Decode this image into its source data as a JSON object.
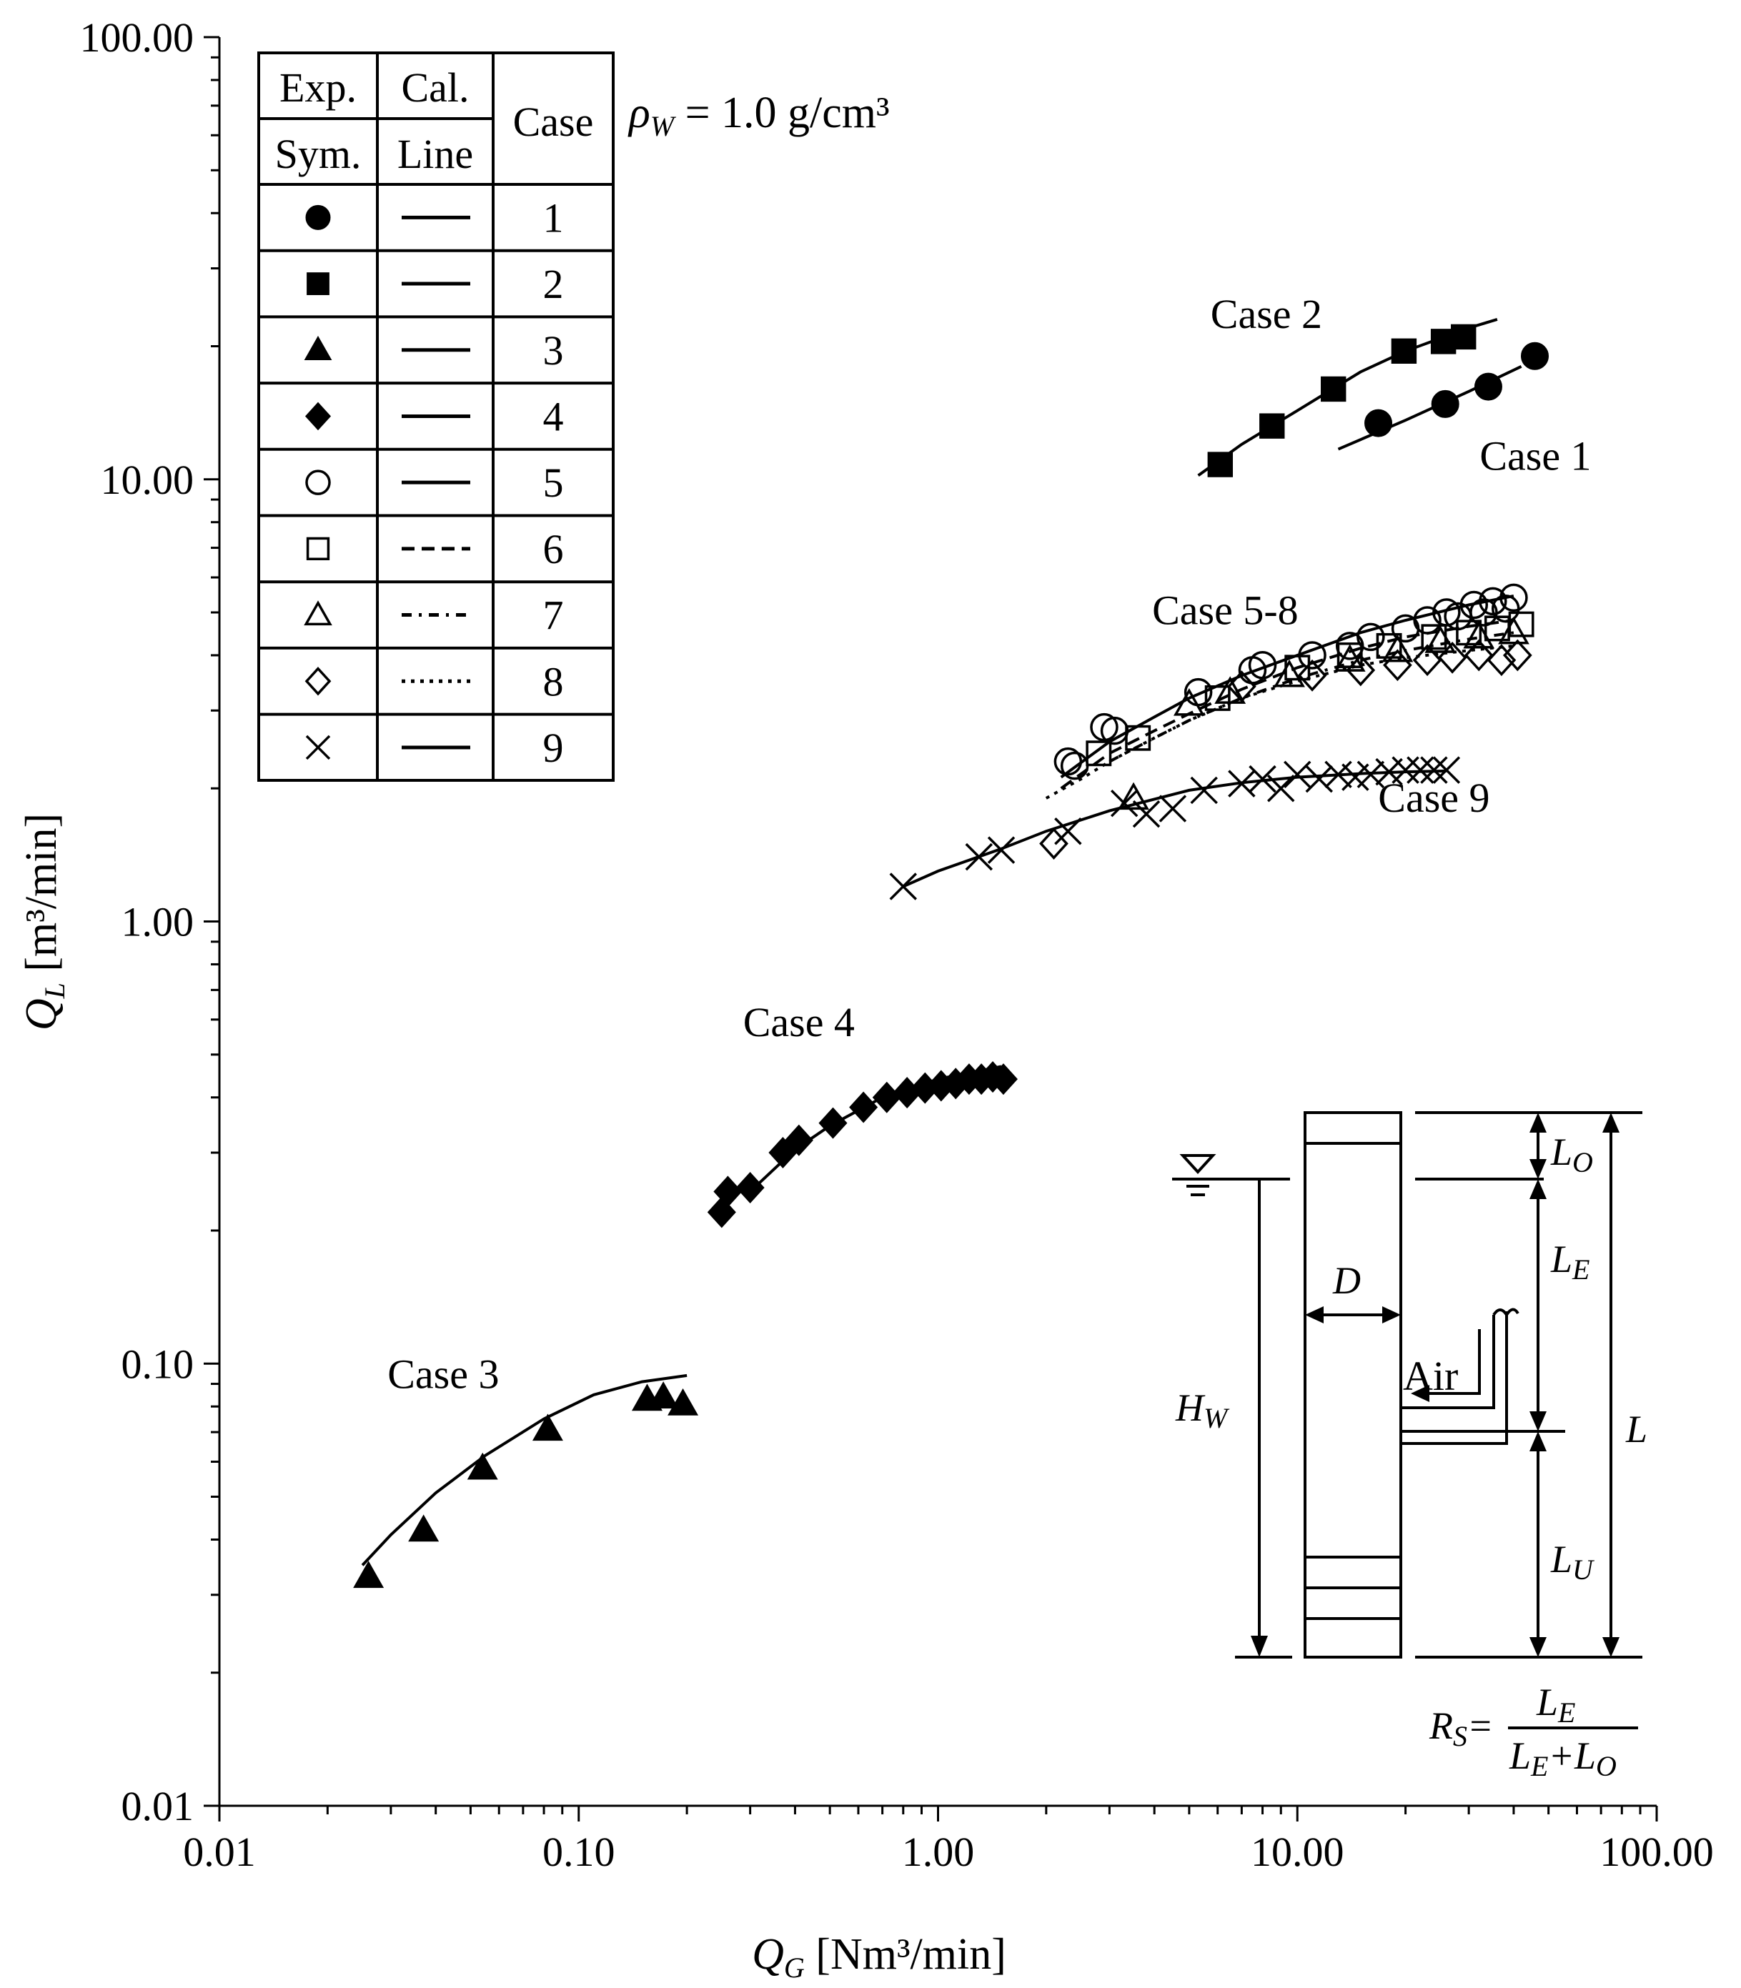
{
  "chart_data": {
    "type": "scatter",
    "title": "",
    "x_scale": "log",
    "y_scale": "log",
    "xlim": [
      0.01,
      100
    ],
    "ylim": [
      0.01,
      100
    ],
    "xlabel": {
      "main": "Q",
      "sub": "G",
      "unit": " [Nm³/min]"
    },
    "ylabel": {
      "main": "Q",
      "sub": "L",
      "unit": " [m³/min]"
    },
    "x_ticks": [
      "0.01",
      "0.10",
      "1.00",
      "10.00",
      "100.00"
    ],
    "y_ticks": [
      "0.01",
      "0.10",
      "1.00",
      "10.00",
      "100.00"
    ],
    "grid": false,
    "density_note": {
      "prefix": "ρ",
      "sub": "W",
      "suffix": " = 1.0 g/cm³"
    },
    "legend": {
      "placement": "top-left",
      "headers": {
        "exp_top": "Exp.",
        "exp_bottom": "Sym.",
        "cal_top": "Cal.",
        "cal_bottom": "Line",
        "case": "Case"
      },
      "rows": [
        {
          "marker": "filled-circle",
          "line": "solid",
          "case": "1"
        },
        {
          "marker": "filled-square",
          "line": "solid",
          "case": "2"
        },
        {
          "marker": "filled-triangle",
          "line": "solid",
          "case": "3"
        },
        {
          "marker": "filled-diamond",
          "line": "solid",
          "case": "4"
        },
        {
          "marker": "open-circle",
          "line": "solid",
          "case": "5"
        },
        {
          "marker": "open-square",
          "line": "dashed",
          "case": "6"
        },
        {
          "marker": "open-triangle",
          "line": "dash-dot",
          "case": "7"
        },
        {
          "marker": "open-diamond",
          "line": "dotted",
          "case": "8"
        },
        {
          "marker": "cross",
          "line": "solid",
          "case": "9"
        }
      ]
    },
    "annotations": [
      {
        "text": "Case 2",
        "x": 8.2,
        "y": 22
      },
      {
        "text": "Case 1",
        "x": 46,
        "y": 10.5
      },
      {
        "text": "Case 5-8",
        "x": 6.3,
        "y": 4.7
      },
      {
        "text": "Case 9",
        "x": 24,
        "y": 1.77
      },
      {
        "text": "Case 4",
        "x": 0.41,
        "y": 0.55
      },
      {
        "text": "Case 3",
        "x": 0.042,
        "y": 0.088
      }
    ],
    "series": [
      {
        "name": "1",
        "marker": "filled-circle",
        "x": [
          16.8,
          25.8,
          34.0,
          45.8
        ],
        "y": [
          13.4,
          14.8,
          16.2,
          19.0
        ],
        "fit": {
          "style": "solid",
          "x": [
            13,
            20,
            30,
            42
          ],
          "y": [
            11.7,
            13.6,
            15.8,
            18.0
          ]
        }
      },
      {
        "name": "2",
        "marker": "filled-square",
        "x": [
          6.1,
          8.5,
          12.6,
          19.8,
          25.5,
          29.0
        ],
        "y": [
          10.8,
          13.2,
          16.0,
          19.5,
          20.5,
          21.0
        ],
        "fit": {
          "style": "solid",
          "x": [
            5.3,
            7,
            10,
            15,
            20,
            30,
            36
          ],
          "y": [
            10.2,
            12.0,
            14.3,
            17.5,
            19.5,
            22.0,
            23.0
          ]
        }
      },
      {
        "name": "3",
        "marker": "filled-triangle",
        "x": [
          0.026,
          0.037,
          0.054,
          0.082,
          0.155,
          0.172,
          0.195
        ],
        "y": [
          0.033,
          0.042,
          0.058,
          0.071,
          0.083,
          0.084,
          0.081
        ],
        "fit": {
          "style": "solid",
          "x": [
            0.025,
            0.03,
            0.04,
            0.055,
            0.08,
            0.11,
            0.15,
            0.2
          ],
          "y": [
            0.035,
            0.041,
            0.051,
            0.062,
            0.075,
            0.085,
            0.091,
            0.094
          ]
        }
      },
      {
        "name": "4",
        "marker": "filled-diamond",
        "x": [
          0.25,
          0.26,
          0.3,
          0.37,
          0.41,
          0.51,
          0.62,
          0.72,
          0.82,
          0.92,
          1.02,
          1.12,
          1.22,
          1.32,
          1.42,
          1.52
        ],
        "y": [
          0.22,
          0.245,
          0.25,
          0.3,
          0.32,
          0.35,
          0.38,
          0.4,
          0.41,
          0.42,
          0.425,
          0.43,
          0.44,
          0.44,
          0.445,
          0.44
        ],
        "fit": {
          "style": "solid",
          "x": [
            0.3,
            0.4,
            0.5,
            0.7,
            1.0,
            1.5
          ],
          "y": [
            0.245,
            0.305,
            0.345,
            0.4,
            0.44,
            0.47
          ]
        }
      },
      {
        "name": "5",
        "marker": "open-circle",
        "x": [
          2.3,
          2.4,
          2.9,
          3.1,
          5.3,
          7.5,
          8.0,
          11.0,
          14.0,
          16.0,
          20.0,
          23.0,
          26.0,
          28.0,
          31.0,
          33.0,
          35.0,
          38.0,
          40.0
        ],
        "y": [
          2.3,
          2.25,
          2.75,
          2.7,
          3.3,
          3.7,
          3.8,
          4.0,
          4.2,
          4.4,
          4.6,
          4.8,
          5.0,
          4.9,
          5.2,
          5.0,
          5.3,
          5.1,
          5.4
        ],
        "fit": {
          "style": "solid",
          "x": [
            2.2,
            3,
            4,
            5,
            7,
            10,
            15,
            20,
            30,
            40
          ],
          "y": [
            2.12,
            2.55,
            2.9,
            3.2,
            3.6,
            4.0,
            4.5,
            4.8,
            5.2,
            5.45
          ]
        }
      },
      {
        "name": "6",
        "marker": "open-square",
        "x": [
          2.8,
          3.6,
          6.0,
          10.0,
          14.0,
          18.0,
          24.0,
          30.0,
          36.0,
          42.0
        ],
        "y": [
          2.4,
          2.6,
          3.2,
          3.75,
          4.0,
          4.2,
          4.4,
          4.5,
          4.6,
          4.7
        ],
        "fit": {
          "style": "dashed",
          "x": [
            2.2,
            3,
            4,
            5,
            7,
            10,
            15,
            20,
            30,
            40
          ],
          "y": [
            2.0,
            2.4,
            2.7,
            2.95,
            3.35,
            3.75,
            4.15,
            4.4,
            4.65,
            4.8
          ]
        }
      },
      {
        "name": "7",
        "marker": "open-triangle",
        "x": [
          3.5,
          5.0,
          6.5,
          9.5,
          14.0,
          19.0,
          25.0,
          32.0,
          40.0
        ],
        "y": [
          1.9,
          3.1,
          3.3,
          3.6,
          3.9,
          4.1,
          4.3,
          4.4,
          4.5
        ],
        "fit": {
          "style": "dash-dot",
          "x": [
            3,
            4,
            5,
            7,
            10,
            15,
            20,
            30,
            40
          ],
          "y": [
            2.3,
            2.6,
            2.85,
            3.2,
            3.55,
            3.9,
            4.1,
            4.35,
            4.5
          ]
        }
      },
      {
        "name": "8",
        "marker": "open-diamond",
        "x": [
          2.1,
          7.0,
          11.0,
          15.0,
          19.0,
          23.0,
          27.0,
          32.0,
          37.0,
          41.0
        ],
        "y": [
          1.5,
          3.4,
          3.6,
          3.7,
          3.8,
          3.9,
          3.95,
          4.0,
          3.9,
          4.0
        ],
        "fit": {
          "style": "dotted",
          "x": [
            2,
            2.5,
            3,
            4,
            5,
            7,
            10,
            15,
            20,
            30,
            40
          ],
          "y": [
            1.9,
            2.1,
            2.3,
            2.6,
            2.85,
            3.2,
            3.5,
            3.8,
            3.95,
            4.1,
            4.2
          ]
        }
      },
      {
        "name": "9",
        "marker": "cross",
        "x": [
          0.8,
          1.3,
          1.5,
          2.3,
          3.3,
          3.8,
          4.5,
          5.5,
          7.0,
          8.0,
          9.0,
          10.0,
          11.5,
          13.0,
          14.5,
          16.0,
          18.0,
          20.0,
          22.0,
          24.0,
          26.0
        ],
        "y": [
          1.2,
          1.4,
          1.45,
          1.6,
          1.85,
          1.75,
          1.8,
          1.98,
          2.05,
          2.1,
          2.0,
          2.15,
          2.1,
          2.15,
          2.12,
          2.15,
          2.18,
          2.2,
          2.2,
          2.2,
          2.2
        ],
        "fit": {
          "style": "solid",
          "x": [
            0.8,
            1,
            1.5,
            2,
            3,
            5,
            7,
            10,
            15,
            20,
            26
          ],
          "y": [
            1.2,
            1.3,
            1.46,
            1.6,
            1.78,
            1.98,
            2.06,
            2.12,
            2.16,
            2.18,
            2.19
          ]
        }
      }
    ]
  },
  "inset_diagram": {
    "labels": {
      "lo": {
        "main": "L",
        "sub": "O"
      },
      "le": {
        "main": "L",
        "sub": "E"
      },
      "lu": {
        "main": "L",
        "sub": "U"
      },
      "l": {
        "main": "L"
      },
      "hw": {
        "main": "H",
        "sub": "W"
      },
      "d": {
        "main": "D"
      },
      "air": "Air"
    },
    "formula": {
      "lhs_main": "R",
      "lhs_sub": "S",
      "equals": "=",
      "num_main": "L",
      "num_sub": "E",
      "den1_main": "L",
      "den1_sub": "E",
      "plus": "+",
      "den2_main": "L",
      "den2_sub": "O"
    }
  }
}
